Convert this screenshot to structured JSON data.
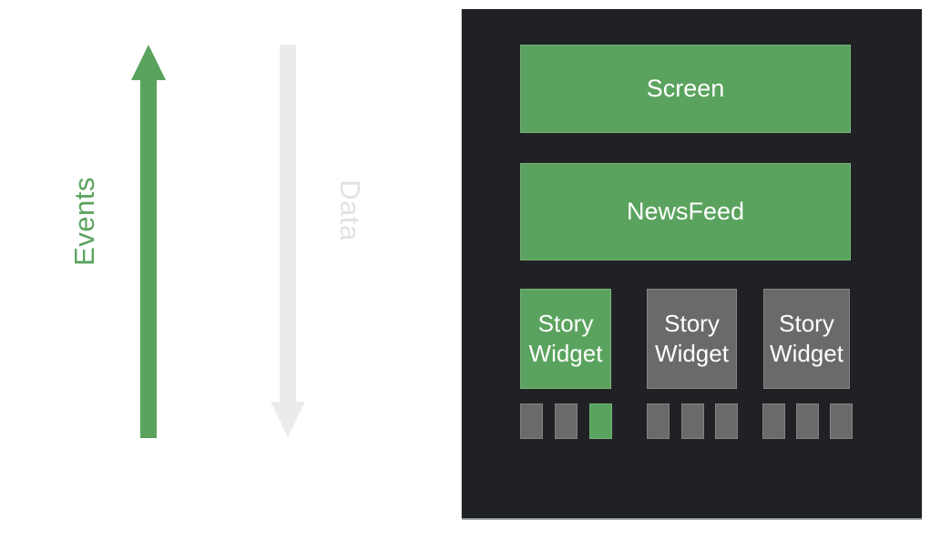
{
  "axis": {
    "events_label": "Events",
    "data_label": "Data",
    "events_color": "#5aa35e",
    "data_color": "#e2e2e0",
    "up_arrow_color": "#5aa35e",
    "down_arrow_color": "#ebebe9"
  },
  "panel": {
    "background": "#202124",
    "screen_label": "Screen",
    "newsfeed_label": "NewsFeed",
    "story_widgets": [
      {
        "line1": "Story",
        "line2": "Widget",
        "variant": "green"
      },
      {
        "line1": "Story",
        "line2": "Widget",
        "variant": "gray"
      },
      {
        "line1": "Story",
        "line2": "Widget",
        "variant": "gray"
      }
    ],
    "story_blocks": [
      [
        "gray",
        "gray",
        "green"
      ],
      [
        "gray",
        "gray",
        "gray"
      ],
      [
        "gray",
        "gray",
        "gray"
      ]
    ],
    "colors": {
      "green": "#5aa35e",
      "gray": "#6a6a6a",
      "text": "#ffffff"
    }
  }
}
